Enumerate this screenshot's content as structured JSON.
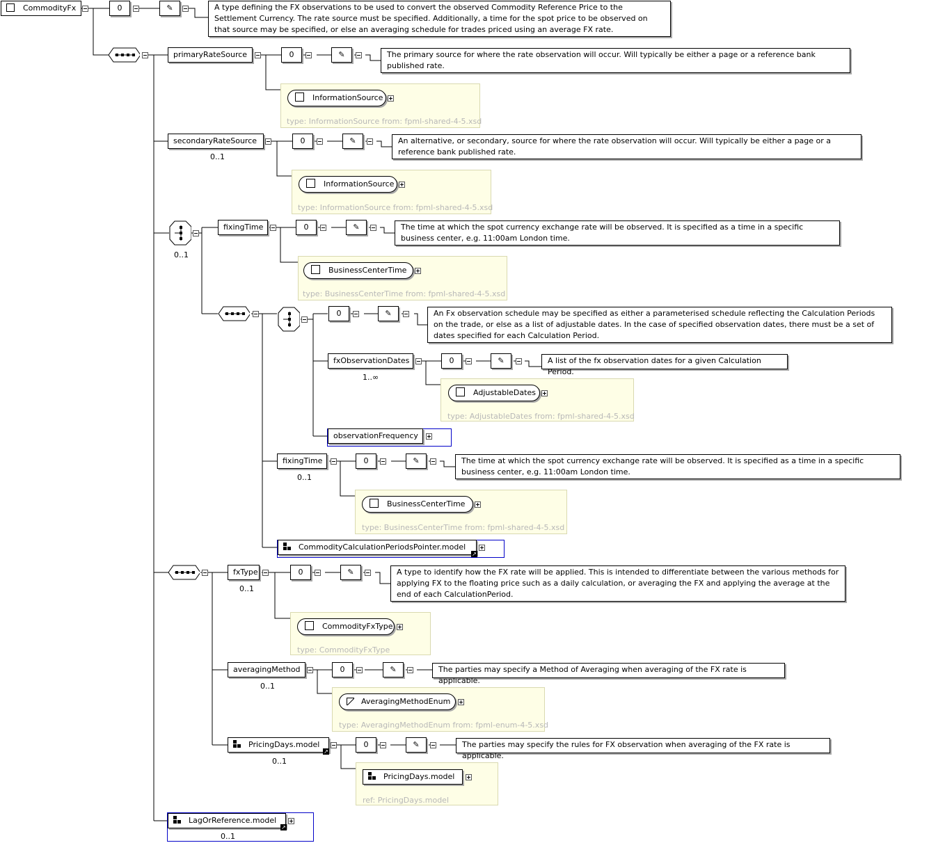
{
  "root": {
    "label": "CommodityFx",
    "doc": "A type defining the FX observations to be used to convert the observed Commodity Reference Price to the Settlement Currency. The rate source must be specified. Additionally, a time for the spot price to be observed on that source may be specified, or else an averaging schedule for trades priced using an average FX rate."
  },
  "primaryRateSource": {
    "label": "primaryRateSource",
    "doc": "The primary source for where the rate observation will occur. Will typically be either a page or a reference bank published rate.",
    "type": "InformationSource",
    "typeinfo": "type: InformationSource from: fpml-shared-4-5.xsd"
  },
  "secondaryRateSource": {
    "label": "secondaryRateSource",
    "card": "0..1",
    "doc": "An alternative, or secondary, source for where the rate observation will occur. Will typically be either a page or a reference bank published rate.",
    "type": "InformationSource",
    "typeinfo": "type: InformationSource from: fpml-shared-4-5.xsd"
  },
  "choice1": {
    "card": "0..1"
  },
  "fixingTime1": {
    "label": "fixingTime",
    "doc": "The time at which the spot currency exchange rate will be observed. It is specified as a time in a specific business center, e.g. 11:00am London time.",
    "type": "BusinessCenterTime",
    "typeinfo": "type: BusinessCenterTime from: fpml-shared-4-5.xsd"
  },
  "choice2": {
    "doc": "An Fx observation schedule may be specified as either a parameterised schedule reflecting the Calculation Periods on the trade, or else as a list of adjustable dates. In the case of specified observation dates, there must be a set of dates specified for each Calculation Period."
  },
  "fxObservationDates": {
    "label": "fxObservationDates",
    "card": "1..∞",
    "doc": "A list of the fx observation dates for a given Calculation Period.",
    "type": "AdjustableDates",
    "typeinfo": "type: AdjustableDates from: fpml-shared-4-5.xsd"
  },
  "observationFrequency": {
    "label": "observationFrequency"
  },
  "fixingTime2": {
    "label": "fixingTime",
    "card": "0..1",
    "doc": "The time at which the spot currency exchange rate will be observed. It is specified as a time in a specific business center, e.g. 11:00am London time.",
    "type": "BusinessCenterTime",
    "typeinfo": "type: BusinessCenterTime from: fpml-shared-4-5.xsd"
  },
  "calcPeriods": {
    "label": "CommodityCalculationPeriodsPointer.model"
  },
  "fxType": {
    "label": "fxType",
    "card": "0..1",
    "doc": "A type to identify how the FX rate will be applied. This is intended to differentiate between the various methods for applying FX to the floating price such as a daily calculation, or averaging the FX and applying the average at the end of each CalculationPeriod.",
    "type": "CommodityFxType",
    "typeinfo": "type: CommodityFxType"
  },
  "averagingMethod": {
    "label": "averagingMethod",
    "card": "0..1",
    "doc": "The parties may specify a Method of Averaging when averaging of the FX rate is applicable.",
    "type": "AveragingMethodEnum",
    "typeinfo": "type: AveragingMethodEnum from: fpml-enum-4-5.xsd"
  },
  "pricingDays": {
    "label": "PricingDays.model",
    "card": "0..1",
    "doc": "The parties may specify the rules for FX observation when averaging of the FX rate is applicable.",
    "type": "PricingDays.model",
    "typeinfo": "ref: PricingDays.model"
  },
  "lagOrReference": {
    "label": "LagOrReference.model",
    "card": "0..1"
  }
}
